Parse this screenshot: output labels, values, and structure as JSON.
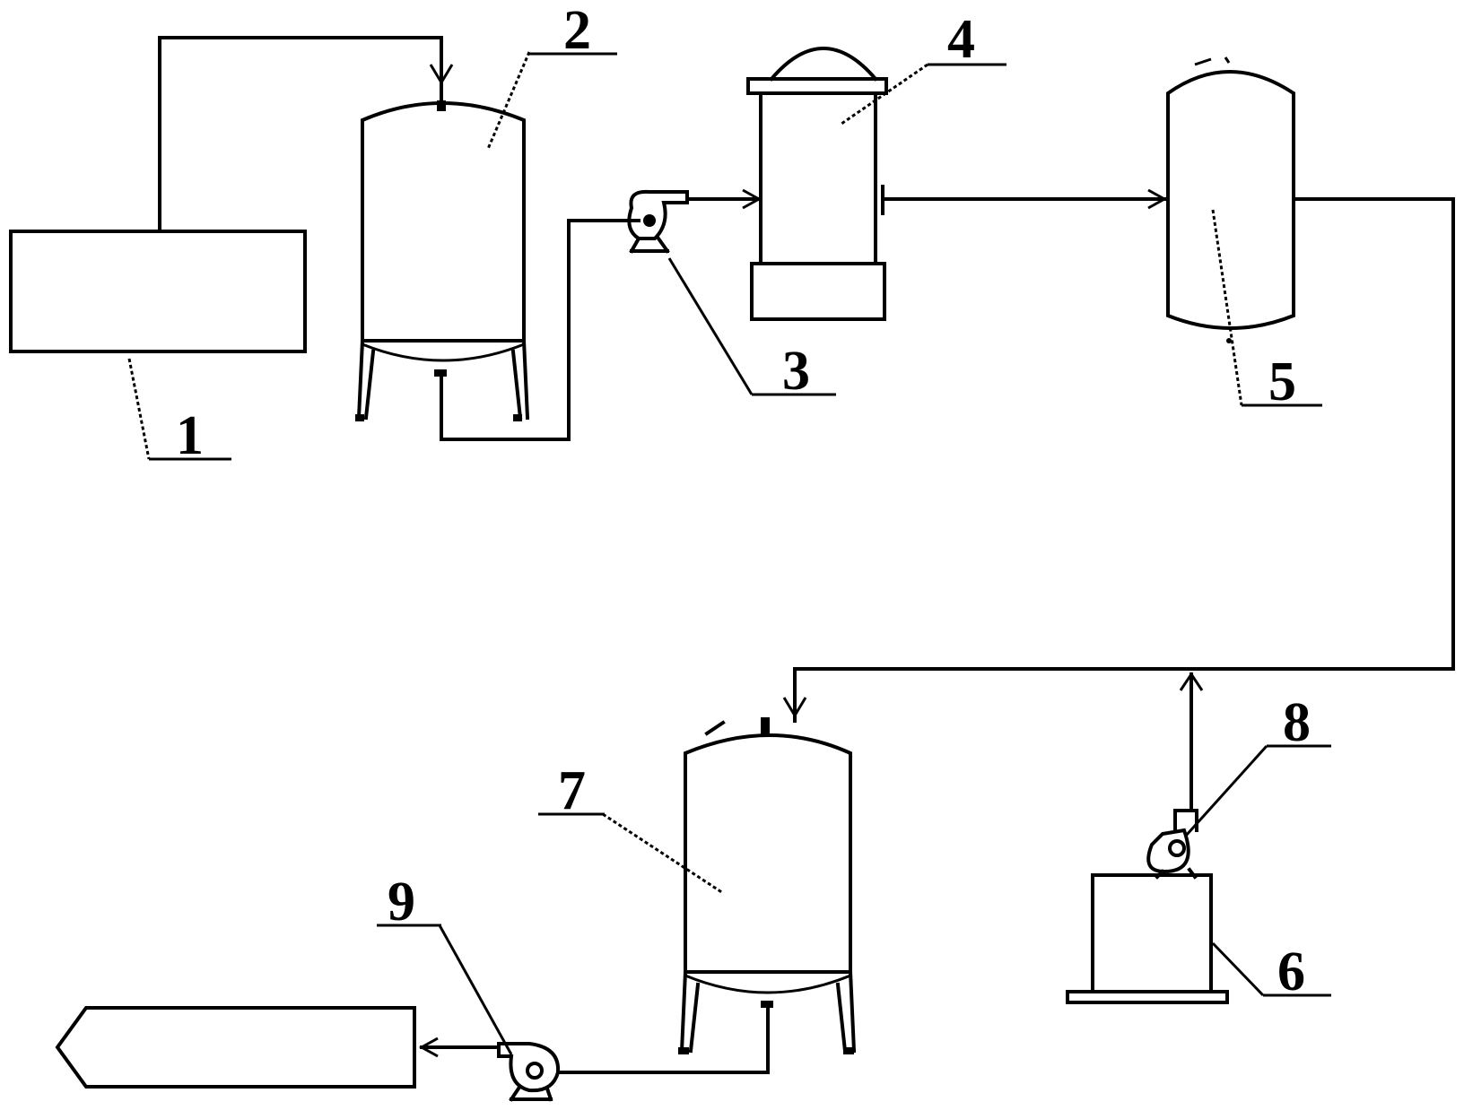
{
  "components": [
    {
      "id": "1",
      "label": "1"
    },
    {
      "id": "2",
      "label": "2"
    },
    {
      "id": "3",
      "label": "3"
    },
    {
      "id": "4",
      "label": "4"
    },
    {
      "id": "5",
      "label": "5"
    },
    {
      "id": "6",
      "label": "6"
    },
    {
      "id": "7",
      "label": "7"
    },
    {
      "id": "8",
      "label": "8"
    },
    {
      "id": "9",
      "label": "9"
    }
  ],
  "colors": {
    "line": "#000000",
    "background": "#ffffff"
  }
}
